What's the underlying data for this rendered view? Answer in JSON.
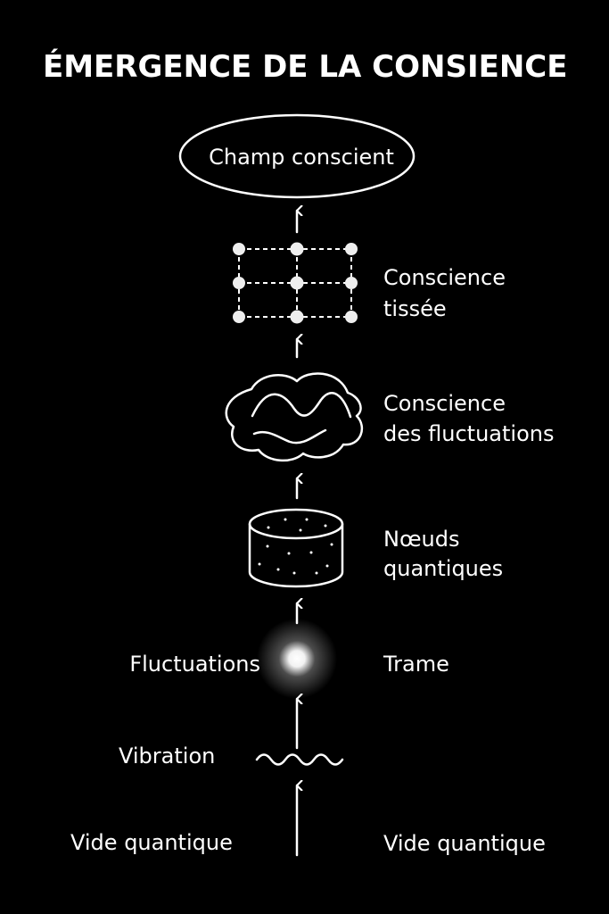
{
  "title": "ÉMERGENCE DE LA CONSIENCE",
  "colors": {
    "background": "#000000",
    "foreground": "#ffffff"
  },
  "nodes": {
    "top": "Champ conscient",
    "woven": {
      "line1": "Conscience",
      "line2": "tissée"
    },
    "fluct_consc": {
      "line1": "Conscience",
      "line2": "des fluctuations"
    },
    "quantum_nodes": {
      "line1": "Nœuds",
      "line2": "quantiques"
    },
    "fluctuations": "Fluctuations",
    "trame": "Trame",
    "vibration": "Vibration",
    "void_left": "Vide quantique",
    "void_right": "Vide quantique"
  }
}
